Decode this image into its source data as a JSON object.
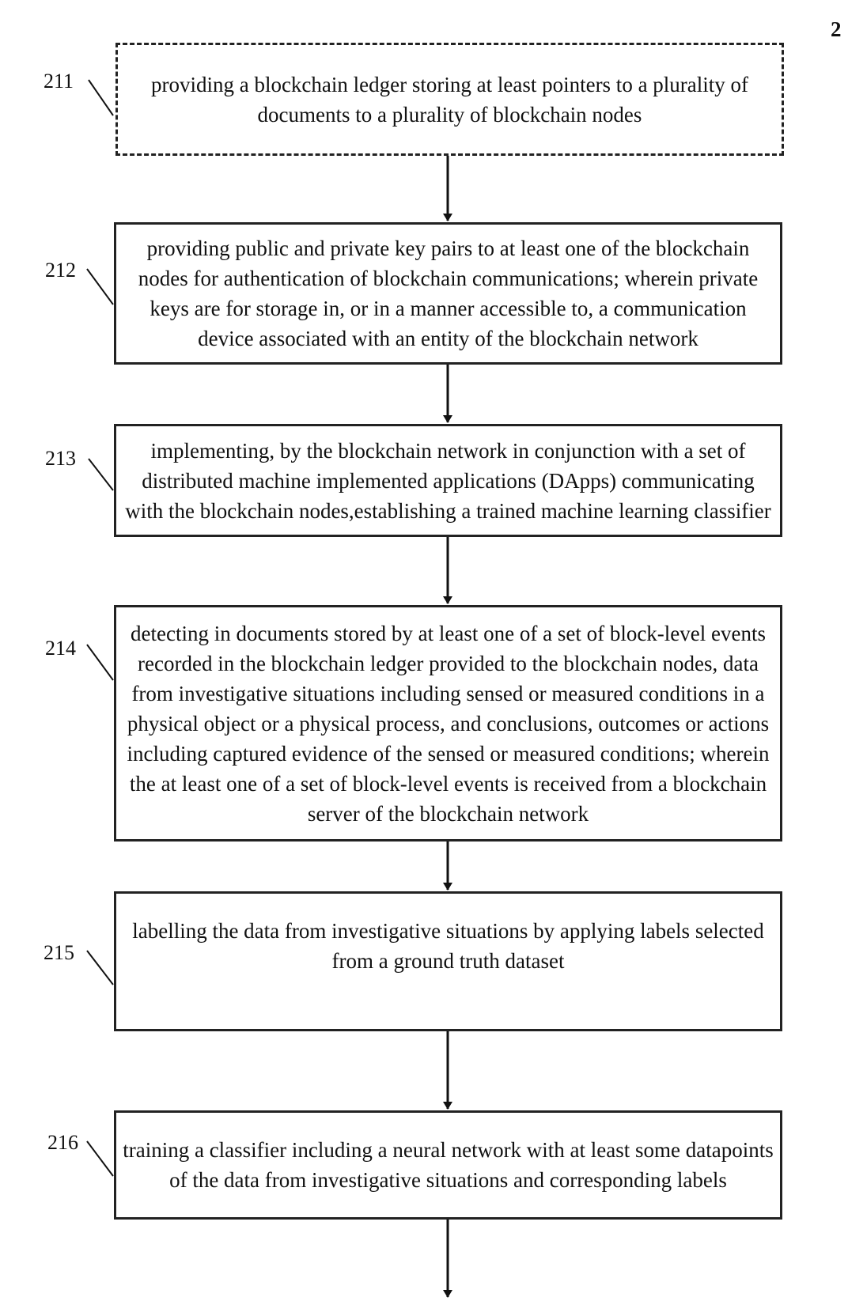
{
  "figure": {
    "number": "2"
  },
  "steps": [
    {
      "label": "211",
      "text": "providing a blockchain ledger storing at least pointers to a plurality of documents to a plurality of blockchain nodes"
    },
    {
      "label": "212",
      "text": "providing public and private key pairs to at least one of the blockchain nodes for authentication of blockchain communications; wherein private keys are for storage in, or in a manner accessible to, a communication device associated with an entity of the blockchain network"
    },
    {
      "label": "213",
      "text": "implementing, by the blockchain network in conjunction with a set of distributed machine implemented applications (DApps) communicating with the blockchain nodes,establishing a trained machine learning classifier"
    },
    {
      "label": "214",
      "text": "detecting in documents stored by at least one of a set of block-level events recorded in the blockchain ledger provided to the blockchain nodes, data from investigative situations including sensed or measured conditions in a physical object or a physical process, and conclusions, outcomes or actions including captured evidence of the sensed or measured conditions; wherein the at least one of a set of block-level events is received from a blockchain server of the blockchain network"
    },
    {
      "label": "215",
      "text": "labelling the data from investigative situations by applying labels selected from a ground truth dataset"
    },
    {
      "label": "216",
      "text": "training a classifier including a neural network with at least some datapoints of the data from investigative situations and corresponding labels"
    }
  ]
}
